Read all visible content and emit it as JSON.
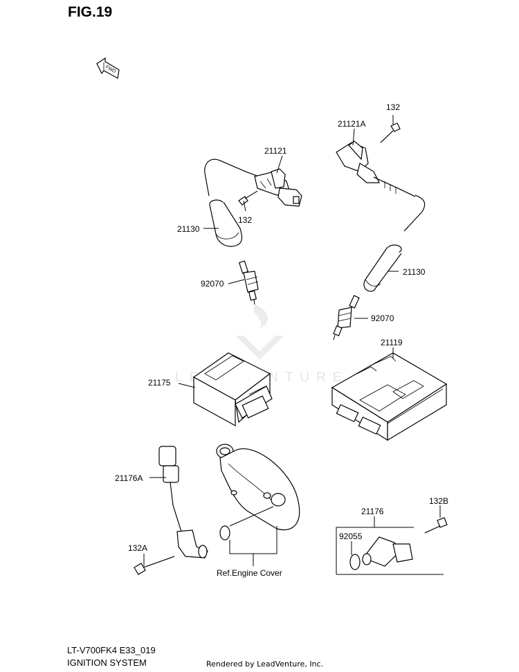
{
  "figure": {
    "title": "FIG.19",
    "fwd_label": "FWD"
  },
  "labels": {
    "p21121": "21121",
    "p21121a": "21121A",
    "p132_right": "132",
    "p132_left": "132",
    "p21130_left": "21130",
    "p21130_right": "21130",
    "p92070_left": "92070",
    "p92070_right": "92070",
    "p21119": "21119",
    "p21175": "21175",
    "p21176a": "21176A",
    "p132a": "132A",
    "p132b": "132B",
    "p21176": "21176",
    "p92055": "92055",
    "ref_engine_cover": "Ref.Engine Cover"
  },
  "footer": {
    "model": "LT-V700FK4 E33_019",
    "system": "IGNITION SYSTEM",
    "rendered_by": "Rendered by LeadVenture, Inc."
  },
  "watermark": {
    "text": "LEADVENTURE"
  }
}
